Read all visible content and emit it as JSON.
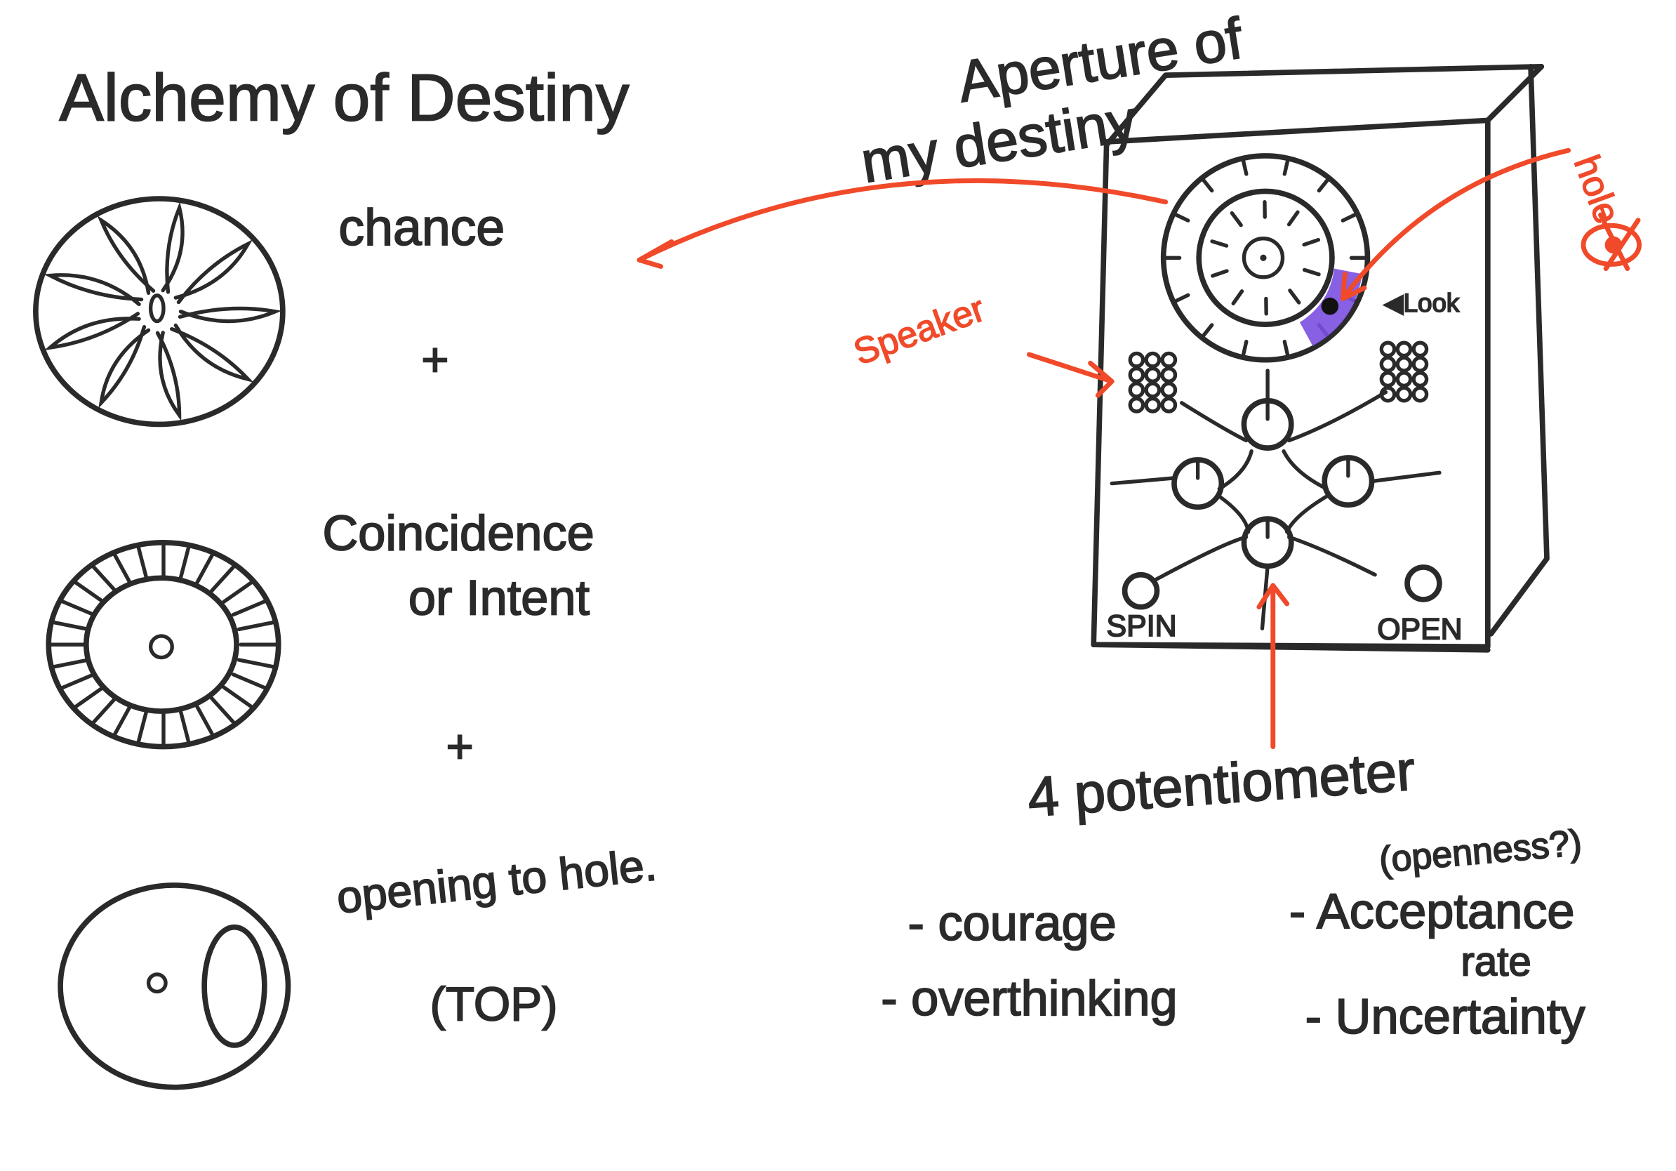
{
  "left": {
    "title": "Alchemy of Destiny",
    "items": [
      {
        "label": "chance"
      },
      {
        "label": "Coincidence"
      },
      {
        "label": "or Intent"
      },
      {
        "label": "opening to hole."
      },
      {
        "label": "(TOP)"
      }
    ],
    "plus": "+"
  },
  "device": {
    "title_line1": "Aperture of",
    "title_line2": "my destiny",
    "look_label": "◀Look",
    "hole_label": "hole",
    "speaker_label": "Speaker",
    "spin_label": "SPIN",
    "open_label": "OPEN"
  },
  "notes": {
    "heading": "4 potentiometer",
    "openness": "(openness?)",
    "items": [
      "- courage",
      "- Acceptance",
      "rate",
      "- overthinking",
      "- Uncertainty"
    ]
  },
  "colors": {
    "ink": "#2a2a2a",
    "annotation": "#f04a2a",
    "hole_fill": "#7a4fe0"
  }
}
